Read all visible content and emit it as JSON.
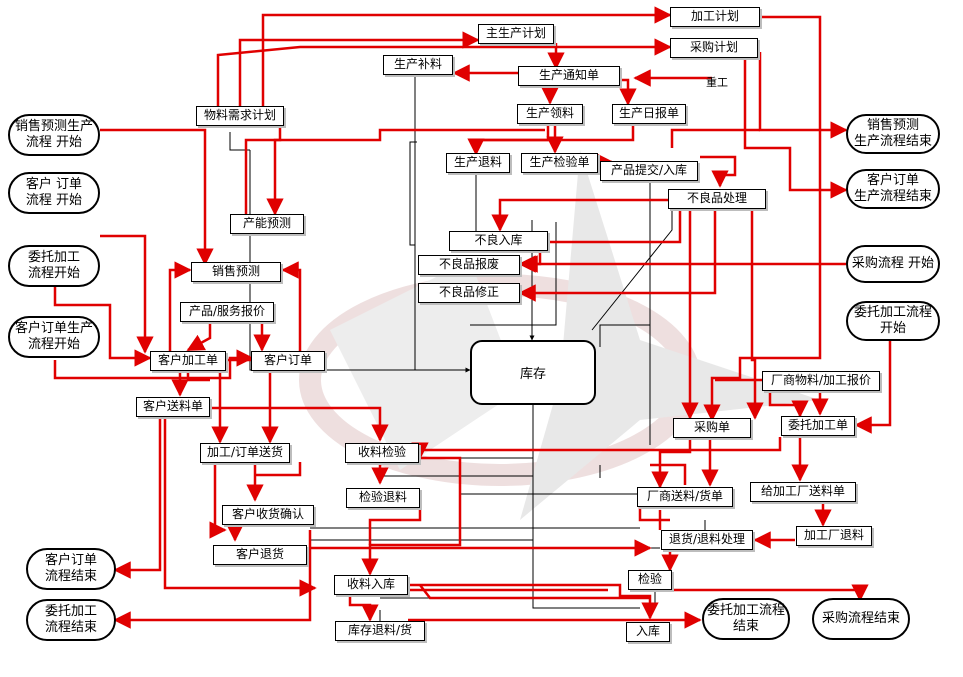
{
  "colors": {
    "flow": "#e00000",
    "line": "#000000",
    "watermark": "#d9d9d9"
  },
  "nodes": {
    "jiagong_jihua": "加工计划",
    "zhu_shengchan_jihua": "主生产计划",
    "caigou_jihua": "采购计划",
    "shengchan_buliao": "生产补料",
    "shengchan_tongzhidan": "生产通知单",
    "chonggong": "重工",
    "wuliao_xuqiu_jihua": "物料需求计划",
    "shengchan_lingliao": "生产领料",
    "shengchan_ribaodan": "生产日报单",
    "shengchan_tuiliao": "生产退料",
    "shengchan_jianyandan": "生产检验单",
    "chanpin_tijiao_ruku": "产品提交/入库",
    "buliangpin_chuli": "不良品处理",
    "channeng_yuce": "产能预测",
    "buliang_ruku": "不良入库",
    "buliangpin_baofei": "不良品报废",
    "buliangpin_xiuzheng": "不良品修正",
    "xiaoshou_yuce": "销售预测",
    "chanpin_fuwu_baojia": "产品/服务报价",
    "kehu_jiagongdan": "客户加工单",
    "kehu_dingdan": "客户订单",
    "kucun": "库存",
    "changshang_wuliao_baojia": "厂商物料/加工报价",
    "kehu_songliaodan": "客户送料单",
    "caigoudan": "采购单",
    "weituo_jiagongdan": "委托加工单",
    "jiagong_dingdan_songhuo": "加工/订单送货",
    "shouliao_jianyan": "收料检验",
    "jianyan_tuiliao": "检验退料",
    "changshang_songliao": "厂商送料/货单",
    "gei_jiagongchang_songliaodan": "给加工厂送料单",
    "kehu_shouhuo_queren": "客户收货确认",
    "kehu_tuihuo": "客户退货",
    "tuihuo_tuiliao_chuli": "退货/退料处理",
    "jiagongchang_tuiliao": "加工厂退料",
    "shouliao_ruku": "收料入库",
    "jianyan": "检验",
    "kucun_tuiliao_huo": "库存退料/货",
    "ruku": "入库"
  },
  "terminals": {
    "xiaoshou_yuce_kaishi": "销售预测生产\n流程 开始",
    "kehu_dingdan_kaishi": "客户 订单\n流程 开始",
    "weituo_jiagong_kaishi": "委托加工\n流程开始",
    "kehu_dingdan_shengchan_kaishi": "客户订单生产\n流程开始",
    "kehu_dingdan_jieshu": "客户订单\n流程结束",
    "weituo_jiagong_jieshu": "委托加工\n流程结束",
    "xiaoshou_yuce_jieshu": "销售预测\n生产流程结束",
    "kehu_dingdan_shengchan_jieshu": "客户订单\n生产流程结束",
    "caigou_kaishi": "采购流程 开始",
    "weituo_jiagong_liucheng_kaishi": "委托加工流程\n开始",
    "weituo_jiagong_liucheng_jieshu": "委托加工流程\n结束",
    "caigou_jieshu": "采购流程结束"
  }
}
